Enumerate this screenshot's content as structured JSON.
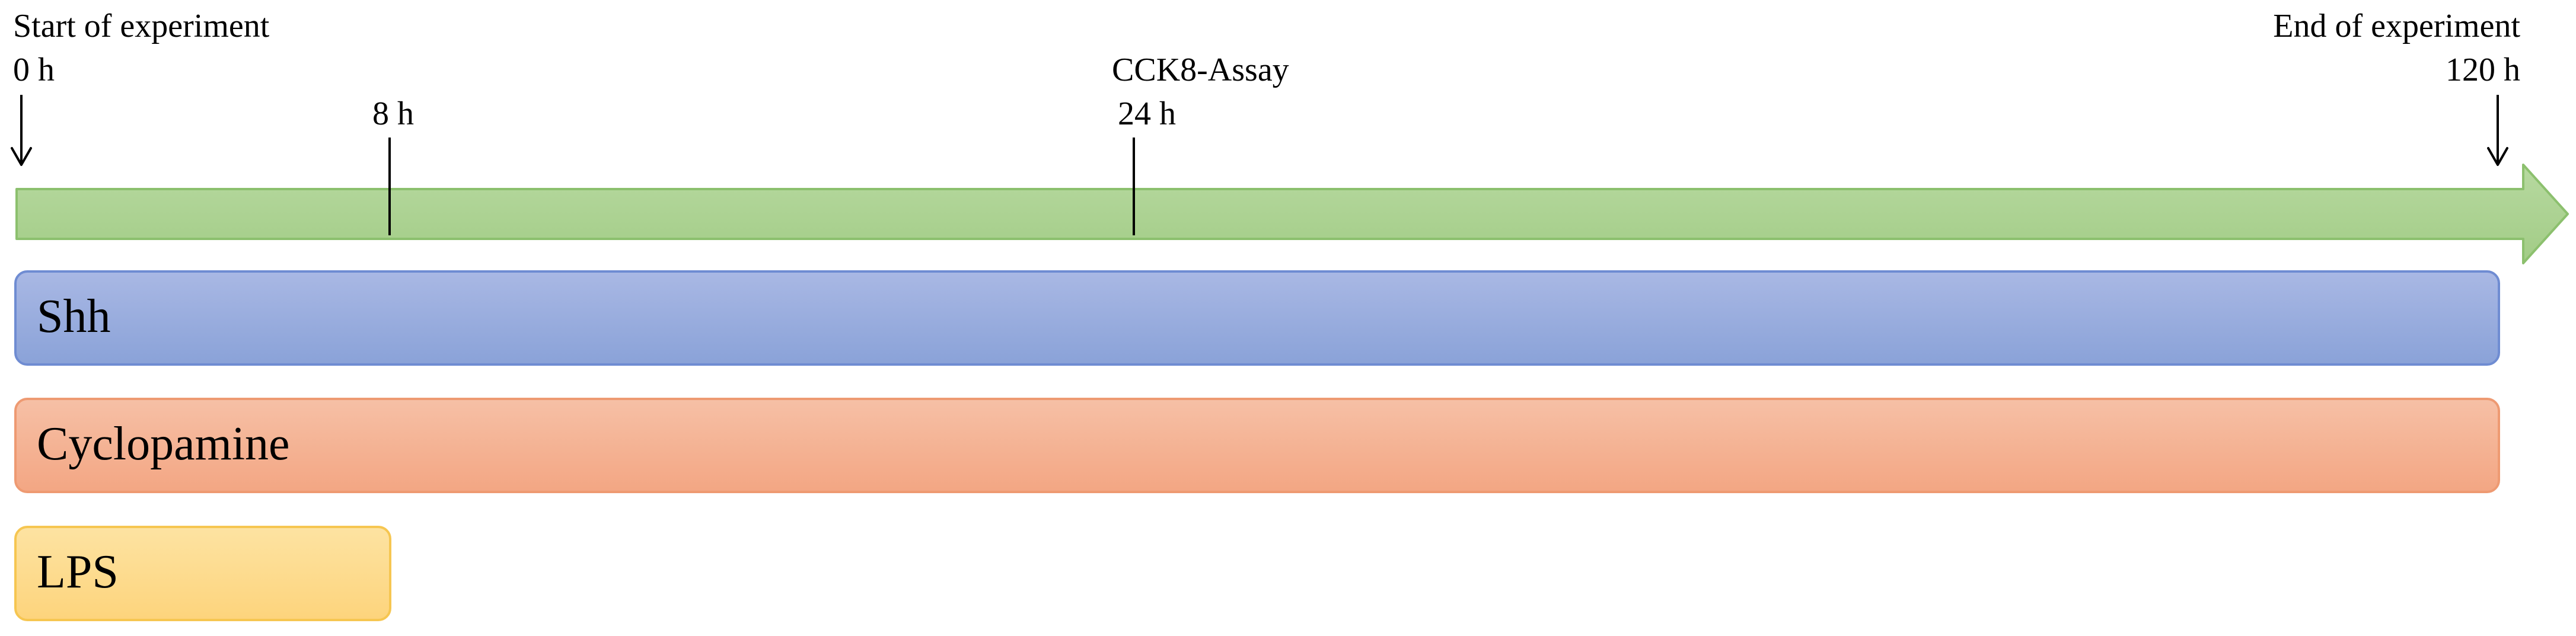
{
  "timeline": {
    "start_label": "Start of experiment",
    "start_time": "0 h",
    "end_label": "End of experiment",
    "end_time": "120 h",
    "marker_8h": "8 h",
    "assay_label": "CCK8-Assay",
    "marker_24h": "24 h",
    "arrow_color": "#a8d08d",
    "arrow_stroke": "#8cc06e"
  },
  "treatments": [
    {
      "label": "Shh",
      "fill_top": "#a9b8e4",
      "fill_bottom": "#8aa2d8",
      "stroke": "#6f8cd2"
    },
    {
      "label": "Cyclopamine",
      "fill_top": "#f6c0a6",
      "fill_bottom": "#f3a683",
      "stroke": "#ee9a72"
    },
    {
      "label": "LPS",
      "fill_top": "#fde3a2",
      "fill_bottom": "#fdd47c",
      "stroke": "#f6c651"
    }
  ]
}
